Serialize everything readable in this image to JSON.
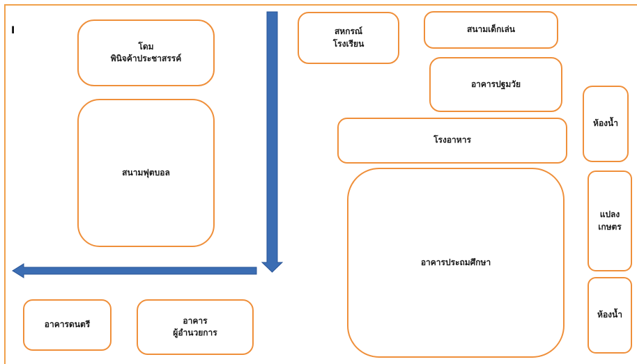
{
  "marker": "I",
  "colors": {
    "frame": "#f0a04a",
    "box_border": "#ef8f3a",
    "arrow_fill": "#3b6db3",
    "arrow_stroke": "#2a5597"
  },
  "buildings": {
    "dome": [
      "โดม",
      "พินิจค้าประชาสรรค์"
    ],
    "football": "สนามฟุตบอล",
    "coop": [
      "สหกรณ์",
      "โรงเรียน"
    ],
    "playground": "สนามเด็กเล่น",
    "primary_building": "อาคารปฐมวัย",
    "canteen": "โรงอาหาร",
    "toilet_top": "ห้องน้ำ",
    "elementary_building": "อาคารประถมศึกษา",
    "garden": [
      "แปลง",
      "เกษตร"
    ],
    "toilet_bottom": "ห้องน้ำ",
    "music_building": "อาคารดนตรี",
    "director_building": [
      "อาคาร",
      "ผู้อำนวยการ"
    ]
  }
}
